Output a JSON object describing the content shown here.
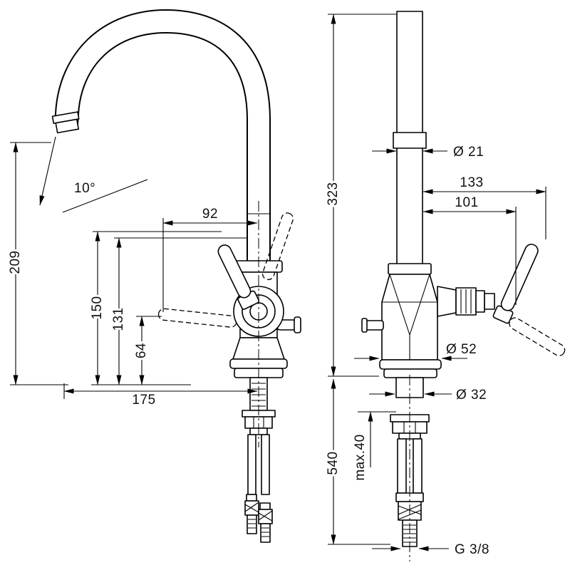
{
  "page": {
    "background": "#ffffff",
    "line_color": "#000000",
    "text_color": "#111111"
  },
  "drawing": {
    "side_view": {
      "dims": {
        "spout_height": "209",
        "spout_angle": "10°",
        "lever_reach": "92",
        "lever_top_height": "150",
        "lever_pivot_height": "131",
        "side_lever_height": "64",
        "overall_depth": "175"
      }
    },
    "front_view": {
      "dims": {
        "total_height": "323",
        "spout_diameter": "Ø 21",
        "handle_reach_outer": "133",
        "handle_reach_inner": "101",
        "body_diameter": "Ø 52",
        "shank_diameter": "Ø 32",
        "hose_length": "540",
        "max_mounting_thickness": "max.40",
        "connection_thread": "G 3/8"
      }
    }
  }
}
